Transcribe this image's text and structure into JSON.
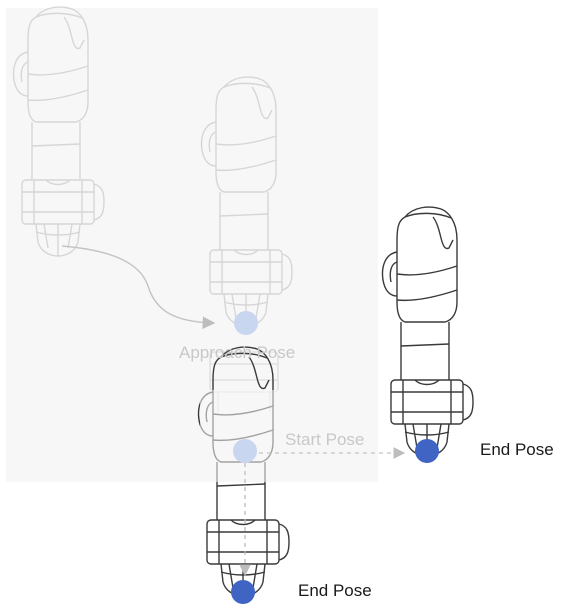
{
  "labels": {
    "approach_pose": "Approach Pose",
    "start_pose": "Start Pose",
    "end_pose_right": "End Pose",
    "end_pose_bottom": "End Pose"
  },
  "colors": {
    "ghost_panel": "#f7f7f7",
    "faded_robot_stroke": "#d6d6d6",
    "robot_stroke": "#3a3a3a",
    "faded_marker": "#c9d6ef",
    "end_marker": "#3f64c4",
    "path_line": "#c4c4c4"
  }
}
